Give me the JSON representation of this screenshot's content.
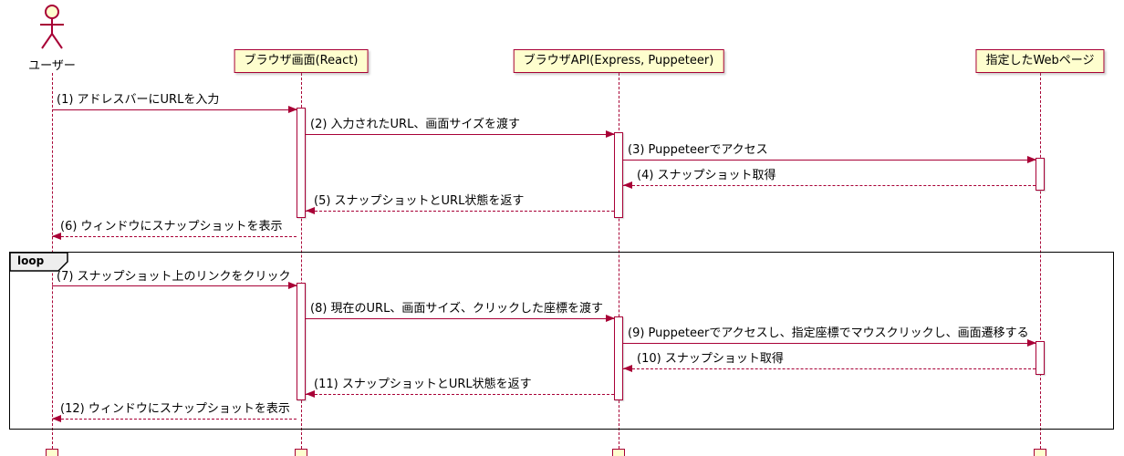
{
  "diagram": {
    "type": "sequence",
    "actor": {
      "label": "ユーザー"
    },
    "participants": [
      {
        "id": "browser-screen",
        "label": "ブラウザ画面(React)"
      },
      {
        "id": "browser-api",
        "label": "ブラウザAPI(Express, Puppeteer)"
      },
      {
        "id": "web-page",
        "label": "指定したWebページ"
      }
    ],
    "loop": {
      "label": "loop"
    },
    "messages": [
      {
        "text": "(1) アドレスバーにURLを入力",
        "from": "ユーザー",
        "to": "ブラウザ画面(React)",
        "style": "solid"
      },
      {
        "text": "(2) 入力されたURL、画面サイズを渡す",
        "from": "ブラウザ画面(React)",
        "to": "ブラウザAPI",
        "style": "solid"
      },
      {
        "text": "(3) Puppeteerでアクセス",
        "from": "ブラウザAPI",
        "to": "指定したWebページ",
        "style": "solid"
      },
      {
        "text": "(4) スナップショット取得",
        "from": "指定したWebページ",
        "to": "ブラウザAPI",
        "style": "dashed"
      },
      {
        "text": "(5) スナップショットとURL状態を返す",
        "from": "ブラウザAPI",
        "to": "ブラウザ画面(React)",
        "style": "dashed"
      },
      {
        "text": "(6) ウィンドウにスナップショットを表示",
        "from": "ブラウザ画面(React)",
        "to": "ユーザー",
        "style": "dashed"
      },
      {
        "text": "(7) スナップショット上のリンクをクリック",
        "from": "ユーザー",
        "to": "ブラウザ画面(React)",
        "style": "solid"
      },
      {
        "text": "(8) 現在のURL、画面サイズ、クリックした座標を渡す",
        "from": "ブラウザ画面(React)",
        "to": "ブラウザAPI",
        "style": "solid"
      },
      {
        "text": "(9) Puppeteerでアクセスし、指定座標でマウスクリックし、画面遷移する",
        "from": "ブラウザAPI",
        "to": "指定したWebページ",
        "style": "solid"
      },
      {
        "text": "(10) スナップショット取得",
        "from": "指定したWebページ",
        "to": "ブラウザAPI",
        "style": "dashed"
      },
      {
        "text": "(11) スナップショットとURL状態を返す",
        "from": "ブラウザAPI",
        "to": "ブラウザ画面(React)",
        "style": "dashed"
      },
      {
        "text": "(12) ウィンドウにスナップショットを表示",
        "from": "ブラウザ画面(React)",
        "to": "ユーザー",
        "style": "dashed"
      }
    ],
    "colors": {
      "line": "#A80036",
      "participant_fill": "#FEFECE",
      "frame_border": "#000000",
      "text": "#000000"
    }
  }
}
